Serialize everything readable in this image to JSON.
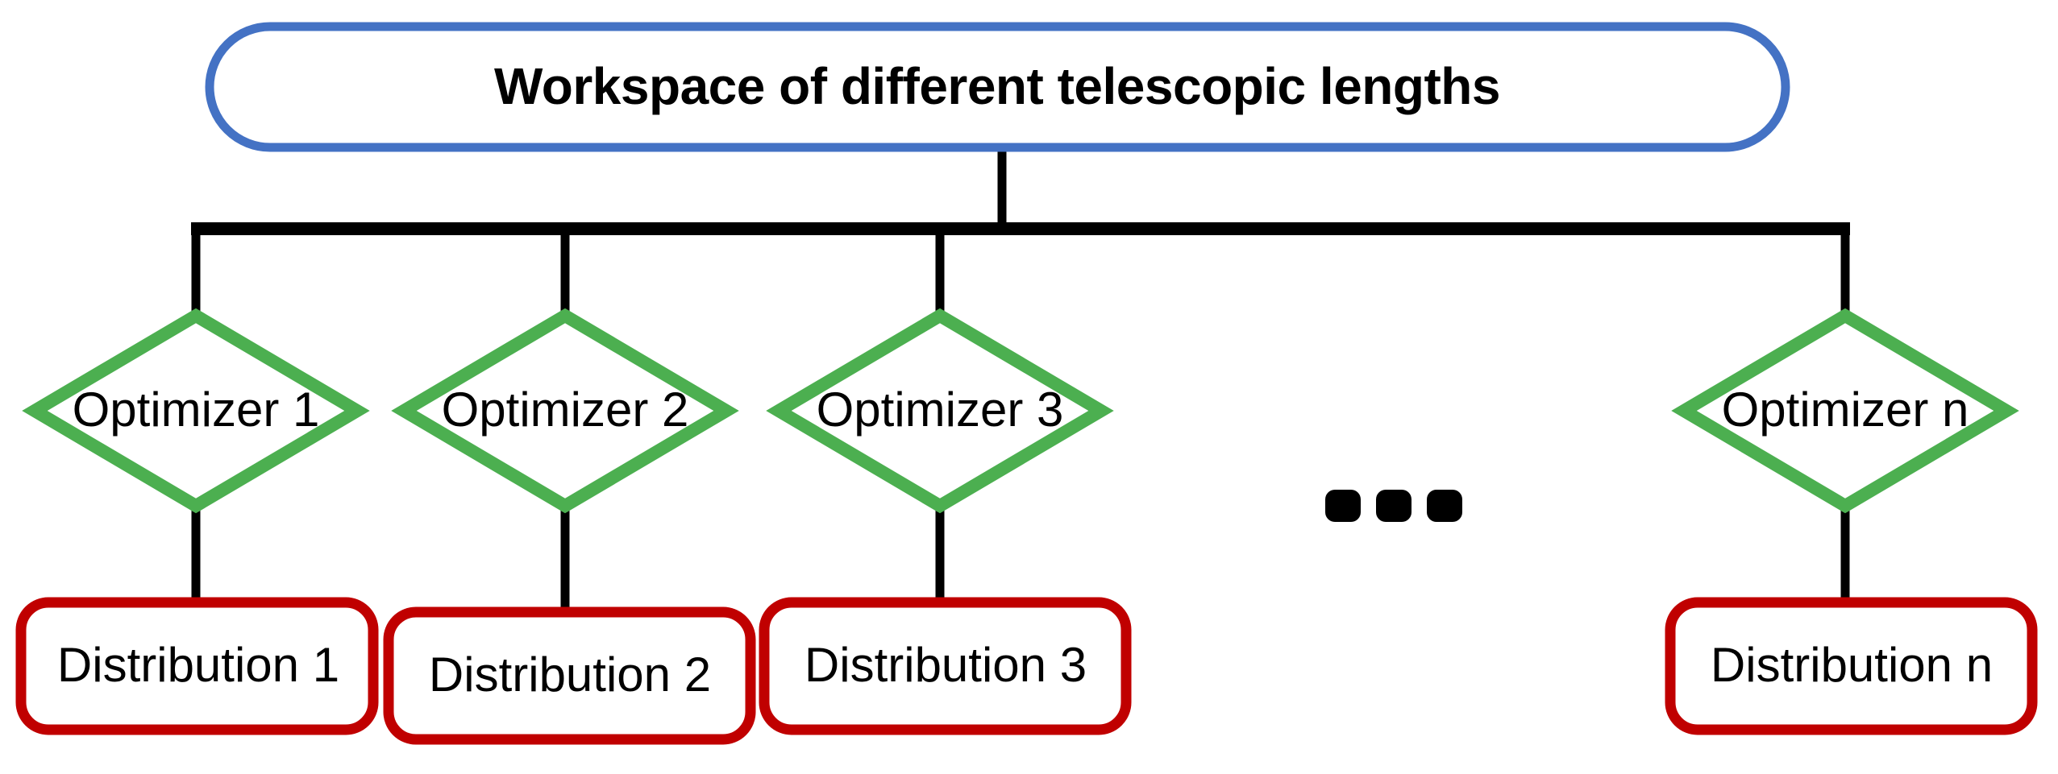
{
  "diagram": {
    "type": "tree-hierarchy",
    "background_color": "#FFFFFF",
    "root": {
      "label": "Workspace of different telescopic lengths",
      "shape": "rounded-pill",
      "border_color": "#4472C4",
      "text_color": "#000000",
      "bold": true
    },
    "branch_line_color": "#000000",
    "ellipsis": {
      "label": "...",
      "dot_count": 3,
      "color": "#000000"
    },
    "branches": [
      {
        "optimizer": "Optimizer 1",
        "distribution": "Distribution 1",
        "optimizer_shape": "diamond",
        "optimizer_border_color": "#4CAF50",
        "distribution_shape": "rounded-rect",
        "distribution_border_color": "#C00000"
      },
      {
        "optimizer": "Optimizer 2",
        "distribution": "Distribution 2",
        "optimizer_shape": "diamond",
        "optimizer_border_color": "#4CAF50",
        "distribution_shape": "rounded-rect",
        "distribution_border_color": "#C00000"
      },
      {
        "optimizer": "Optimizer 3",
        "distribution": "Distribution 3",
        "optimizer_shape": "diamond",
        "optimizer_border_color": "#4CAF50",
        "distribution_shape": "rounded-rect",
        "distribution_border_color": "#C00000"
      },
      {
        "optimizer": "Optimizer n",
        "distribution": "Distribution n",
        "optimizer_shape": "diamond",
        "optimizer_border_color": "#4CAF50",
        "distribution_shape": "rounded-rect",
        "distribution_border_color": "#C00000"
      }
    ]
  }
}
